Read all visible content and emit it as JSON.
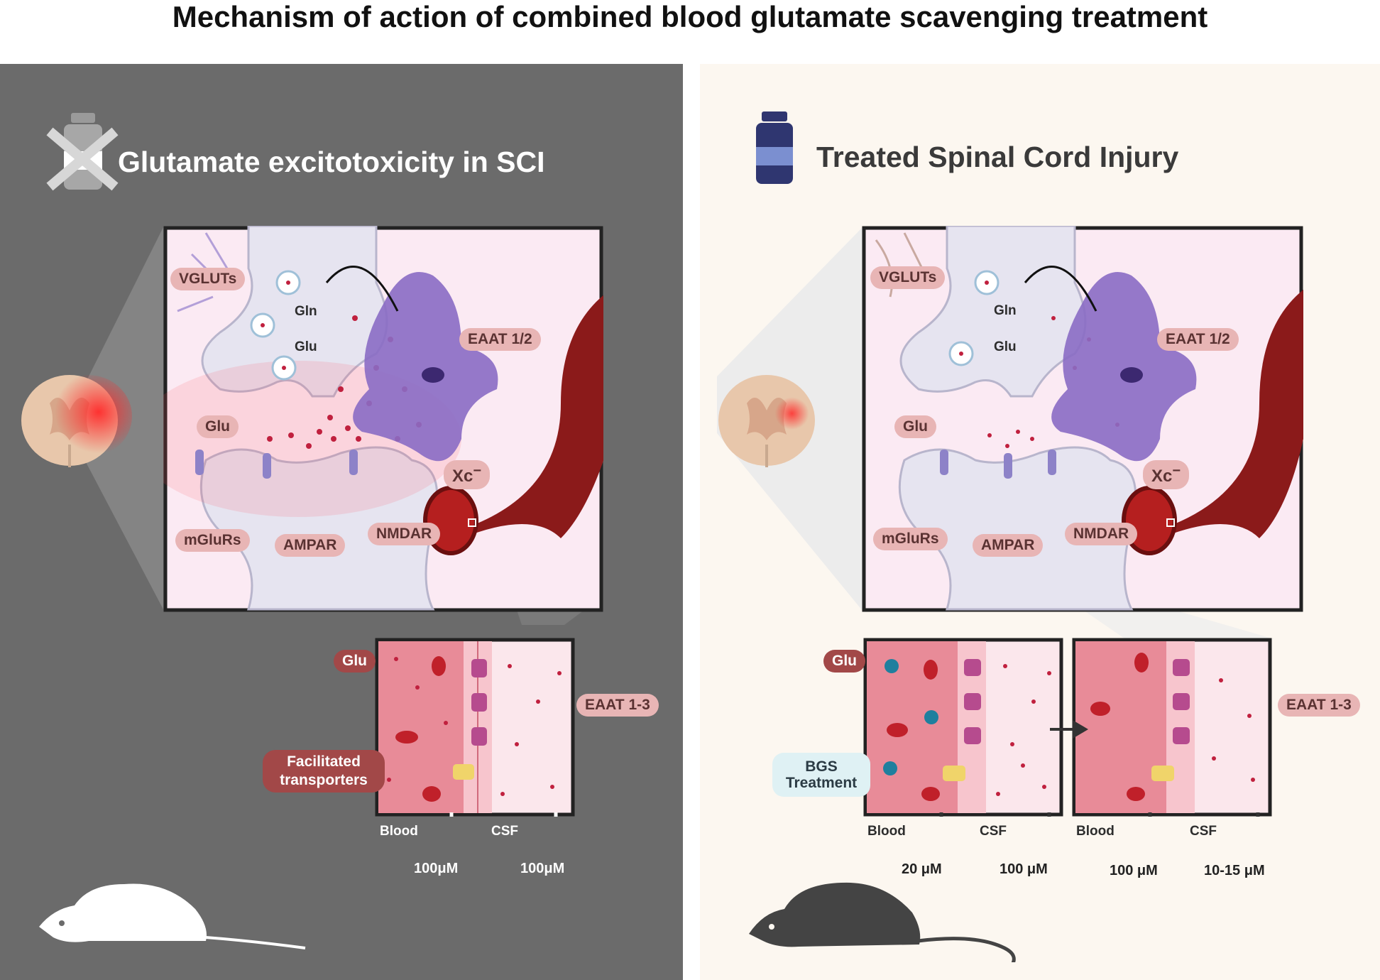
{
  "title": "Mechanism of action of combined blood glutamate scavenging treatment",
  "colors": {
    "left_panel_bg": "#6b6b6b",
    "right_panel_bg": "#fcf7f0",
    "blood_red": "#8b1a1a",
    "astrocyte_purple": "#8a6cc4",
    "glutamate_dot": "#c0203e",
    "bgs_scavenger": "#1f7f9e"
  },
  "icons": {
    "untreated": "crossed-vial-icon",
    "treated": "vial-icon",
    "spinal_cord": "spinal-cord-section-icon",
    "rodent": "rat-silhouette-icon"
  },
  "left": {
    "heading": "Glutamate excitotoxicity in SCI",
    "synapse_labels": {
      "vgluts": "VGLUTs",
      "gln": "Gln",
      "glu_cycle": "Glu",
      "eaat12": "EAAT 1/2",
      "glu": "Glu",
      "xc": "Xc",
      "xc_sup": "−",
      "mglurs": "mGluRs",
      "ampar": "AMPAR",
      "nmdar": "NMDAR"
    },
    "barrier": {
      "glu_label": "Glu",
      "eaat_label": "EAAT 1-3",
      "facilitated_label": "Facilitated transporters",
      "blood_label": "Blood",
      "csf_label": "CSF",
      "blood_conc": "100μM",
      "csf_conc": "100μM"
    }
  },
  "right": {
    "heading": "Treated Spinal Cord Injury",
    "synapse_labels": {
      "vgluts": "VGLUTs",
      "gln": "Gln",
      "glu_cycle": "Glu",
      "eaat12": "EAAT 1/2",
      "glu": "Glu",
      "xc": "Xc",
      "xc_sup": "−",
      "mglurs": "mGluRs",
      "ampar": "AMPAR",
      "nmdar": "NMDAR"
    },
    "barrier": {
      "glu_label": "Glu",
      "eaat_label": "EAAT 1-3",
      "bgs_label": "BGS Treatment",
      "box1_blood_label": "Blood",
      "box1_csf_label": "CSF",
      "box2_blood_label": "Blood",
      "box2_csf_label": "CSF",
      "box1_blood_conc": "20 μM",
      "box1_csf_conc": "100 μM",
      "box2_blood_conc": "100 μM",
      "box2_csf_conc": "10-15 μM"
    }
  }
}
